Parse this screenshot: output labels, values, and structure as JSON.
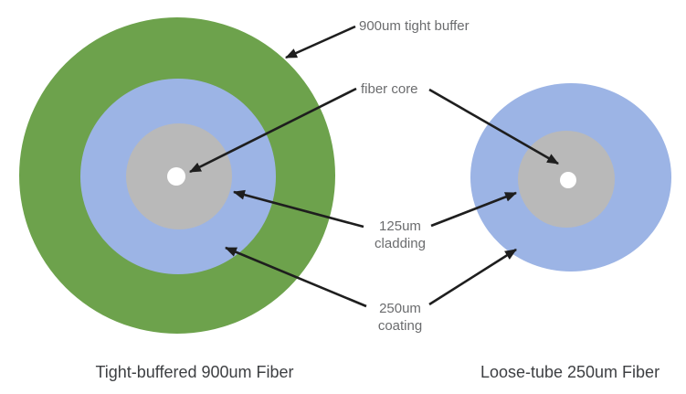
{
  "figure": {
    "labels": {
      "tight_buffer": "900um tight buffer",
      "fiber_core": "fiber core",
      "cladding_size": "125um",
      "cladding_word": "cladding",
      "coating_size": "250um",
      "coating_word": "coating"
    },
    "captions": {
      "left": "Tight-buffered 900um Fiber",
      "right": "Loose-tube 250um Fiber"
    },
    "colors": {
      "buffer_green": "#6da24c",
      "coating_blue": "#9cb4e5",
      "cladding_gray": "#b9b9b9",
      "core_white": "#ffffff",
      "arrow": "#1e1e1e",
      "label_text": "#6b6c6e",
      "caption_text": "#3d3f42"
    }
  }
}
